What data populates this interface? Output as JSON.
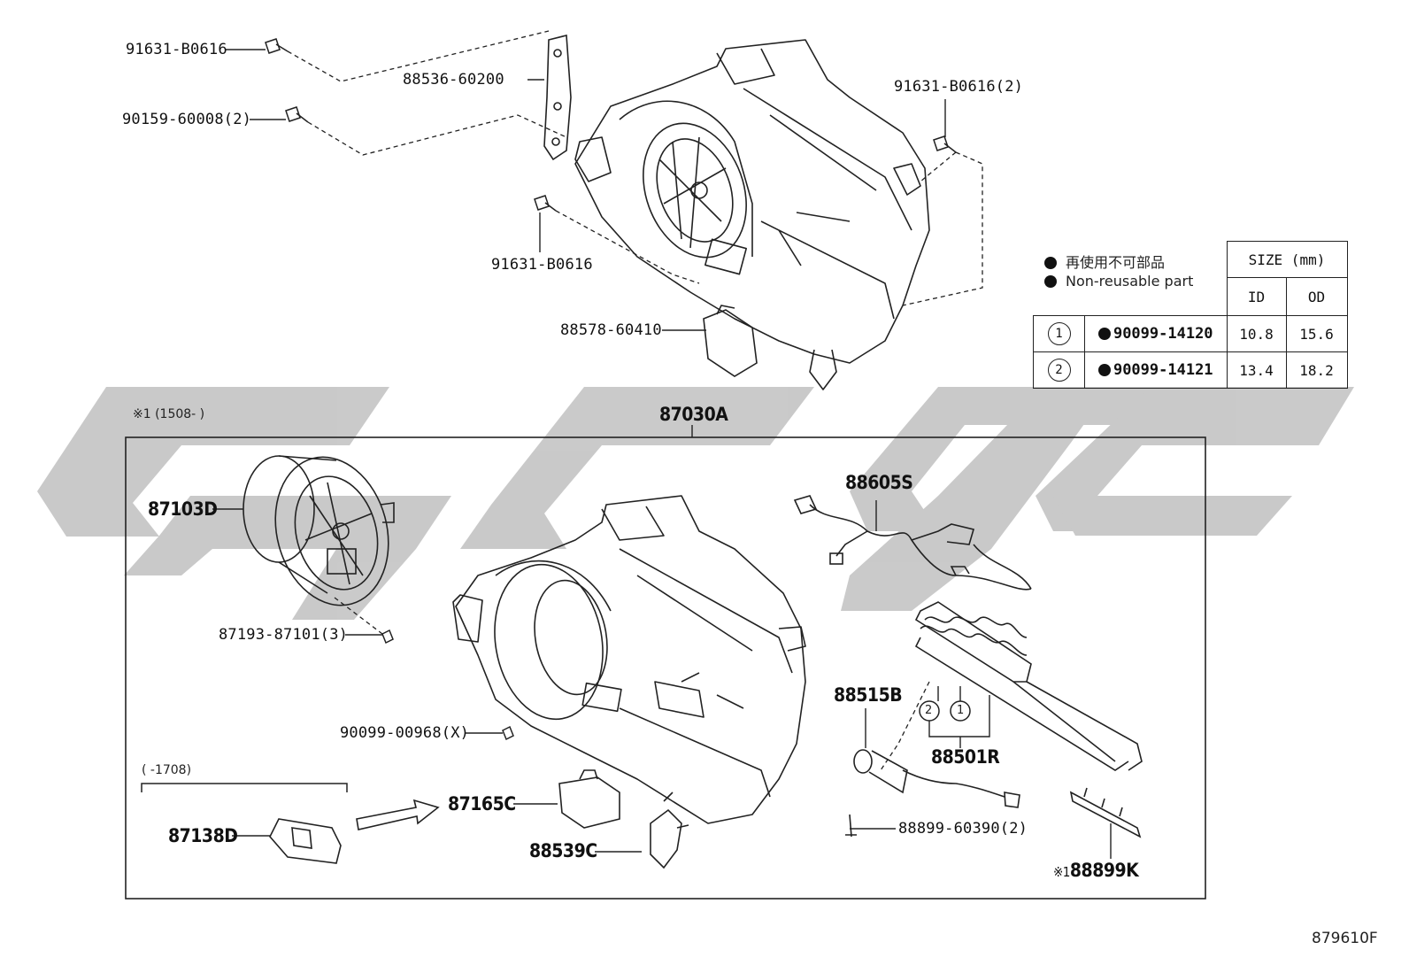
{
  "watermark_color": "#c7c7c7",
  "diagram_id": "879610F",
  "assembly": {
    "number": "87030A",
    "note": "※1 (1508-        )",
    "period_note": "(     -1708)"
  },
  "legend": {
    "jp": "再使用不可部品",
    "en": "Non-reusable part"
  },
  "size_table": {
    "header": "SIZE (mm)",
    "col_id": "ID",
    "col_od": "OD",
    "rows": [
      {
        "mark": "1",
        "part": "90099-14120",
        "id": "10.8",
        "od": "15.6"
      },
      {
        "mark": "2",
        "part": "90099-14121",
        "id": "13.4",
        "od": "18.2"
      }
    ]
  },
  "labels": {
    "p91631_b0616_top": "91631-B0616",
    "p88536_60200": "88536-60200",
    "p90159_60008": "90159-60008(2)",
    "p91631_b0616_2": "91631-B0616(2)",
    "p91631_b0616_mid": "91631-B0616",
    "p88578_60410": "88578-60410",
    "p87103d": "87103D",
    "p87193_87101": "87193-87101(3)",
    "p88605s": "88605S",
    "p88515b": "88515B",
    "p88501r": "88501R",
    "p90099_00968": "90099-00968(X)",
    "p87165c": "87165C",
    "p87138d": "87138D",
    "p88539c": "88539C",
    "p88899_60390": "88899-60390(2)",
    "p88899k": "88899K",
    "p88899k_prefix": "※1",
    "mark1": "1",
    "mark2": "2"
  }
}
